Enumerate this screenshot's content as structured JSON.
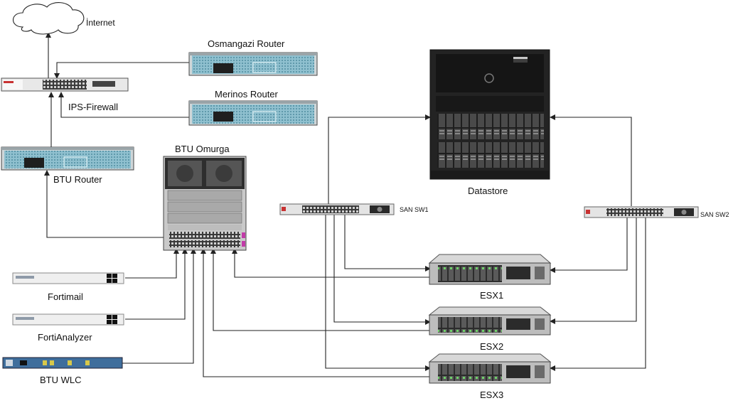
{
  "diagram": {
    "labels": {
      "internet": "İnternet",
      "osmangazi_router": "Osmangazi Router",
      "merinos_router": "Merinos Router",
      "ips_firewall": "IPS-Firewall",
      "btu_omurga": "BTU Omurga",
      "btu_router": "BTU Router",
      "datastore": "Datastore",
      "san_sw1": "SAN SW1",
      "san_sw2": "SAN SW2",
      "fortimail": "Fortimail",
      "fortianalyzer": "FortiAnalyzer",
      "btu_wlc": "BTU WLC",
      "esx1": "ESX1",
      "esx2": "ESX2",
      "esx3": "ESX3"
    },
    "colors": {
      "line": "#222222",
      "router_teal": "#7fb3c4",
      "rack_dark": "#2b2b2b",
      "chassis_gray": "#b9b9b9",
      "switch_gray": "#e2e2e2",
      "accent_red": "#c83232",
      "led_green": "#5fbf3f",
      "wlc_blue": "#3f6e9c"
    }
  }
}
